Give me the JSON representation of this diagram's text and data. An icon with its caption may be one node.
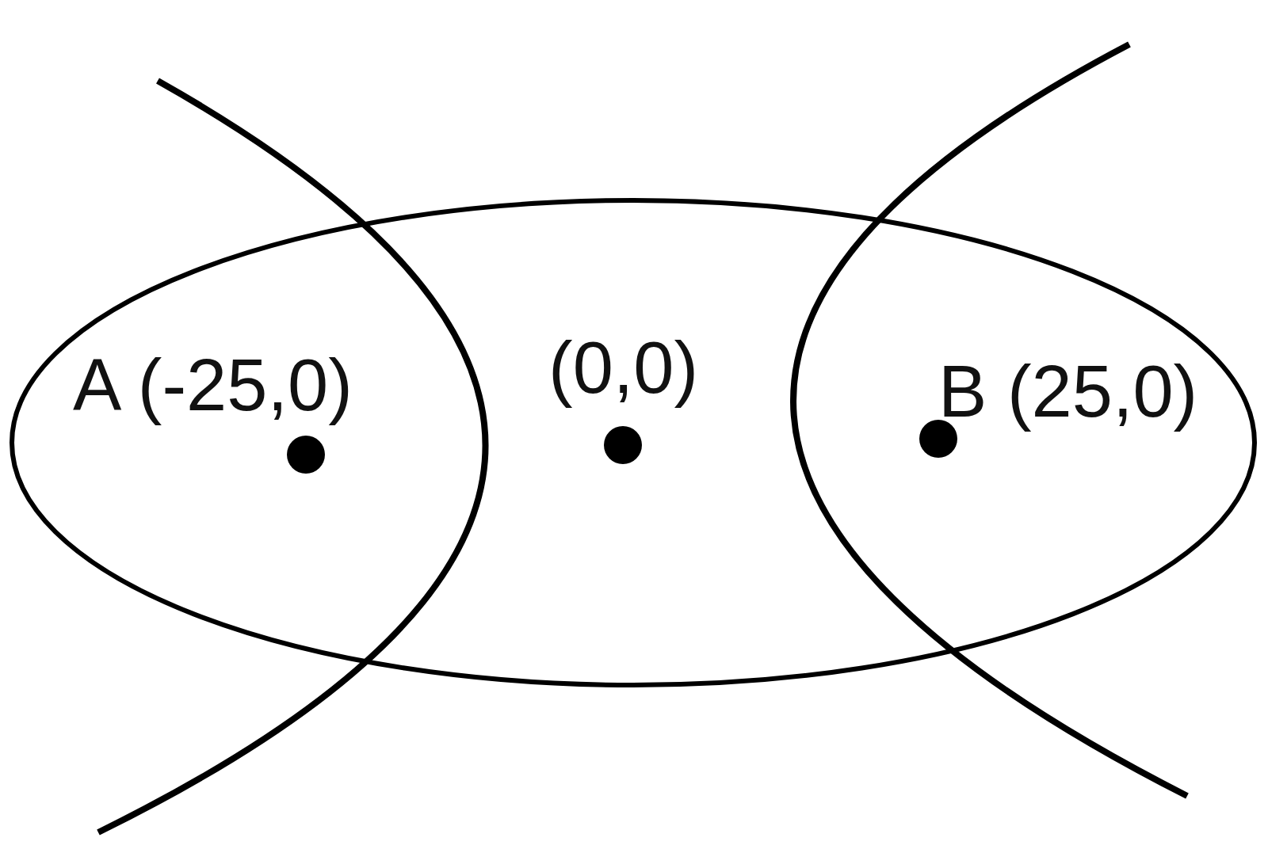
{
  "diagram": {
    "labels": [
      "A (-25,0)",
      "(0,0)",
      "B (25,0)"
    ]
  }
}
